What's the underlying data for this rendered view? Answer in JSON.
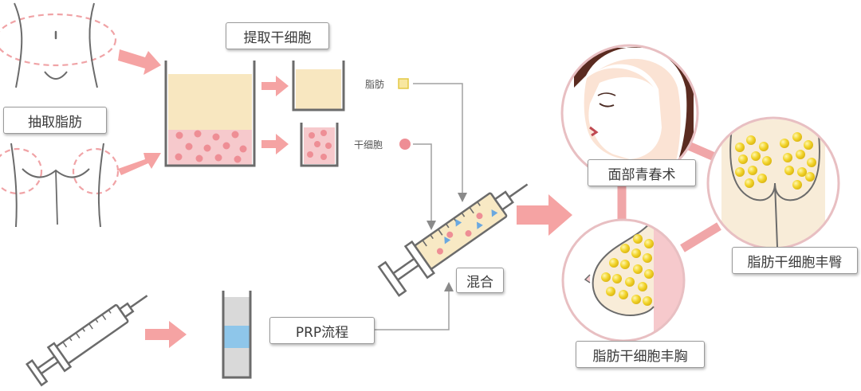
{
  "labels": {
    "extract_fat": "抽取脂肪",
    "extract_stem_cells": "提取干细胞",
    "fat": "脂肪",
    "stem_cells": "干细胞",
    "mix": "混合",
    "prp_process": "PRP流程",
    "facial_rejuvenation": "面部青春术",
    "buttock_augmentation": "脂肪干细胞丰臀",
    "breast_augmentation": "脂肪干细胞丰胸"
  },
  "colors": {
    "arrow_pink": "#f5a3a3",
    "fat_yellow": "#f8e7c0",
    "cell_pink": "#f6c9cc",
    "cell_dot": "#ee8e95",
    "prp_blue": "#8ec6ea",
    "fat_globule": "#f2d42a",
    "circle_border": "#e8bfc2",
    "connector": "#f0a6a8",
    "line_gray": "#a0a0a0"
  }
}
